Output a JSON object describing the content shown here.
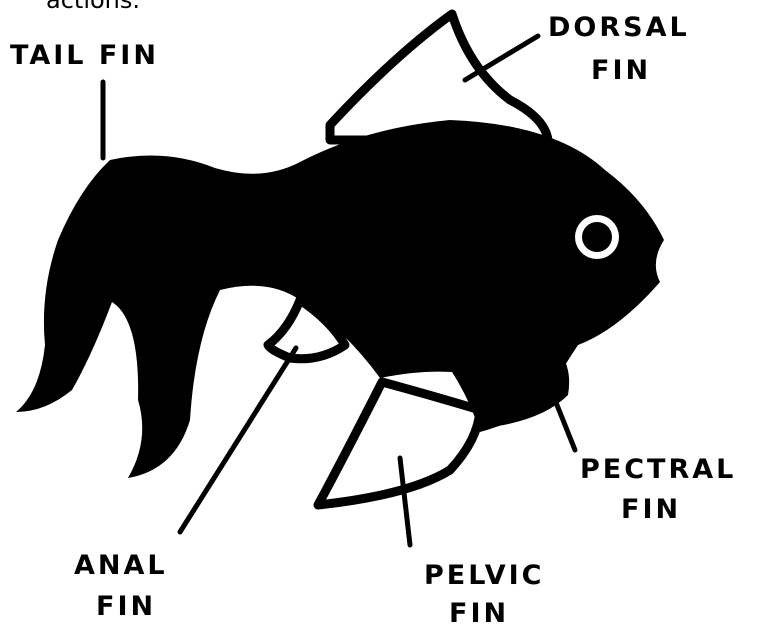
{
  "caption": "actions.",
  "labels": {
    "tail_fin": "TAIL FIN",
    "dorsal_fin_1": "DORSAL",
    "dorsal_fin_2": "FIN",
    "pectral_fin_1": "PECTRAL",
    "pectral_fin_2": "FIN",
    "pelvic_fin_1": "PELVIC",
    "pelvic_fin_2": "FIN",
    "anal_fin_1": "ANAL",
    "anal_fin_2": "FIN"
  },
  "colors": {
    "ink": "#000000",
    "paper": "#ffffff"
  }
}
